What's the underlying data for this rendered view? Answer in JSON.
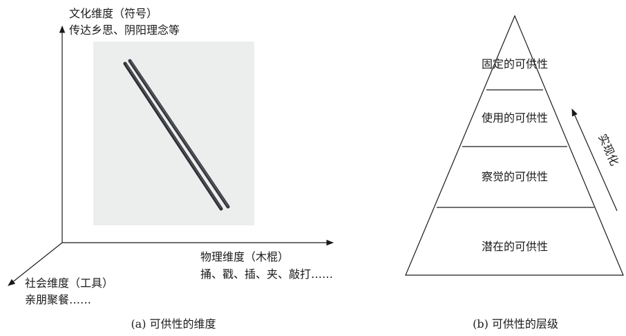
{
  "panel_a": {
    "caption": "(a) 可供性的维度",
    "axis_vertical": {
      "title": "文化维度（符号）",
      "subtitle": "传达乡思、阴阳理念等"
    },
    "axis_horizontal": {
      "title": "物理维度（木棍）",
      "subtitle": "捅、戳、插、夹、敲打……"
    },
    "axis_diagonal": {
      "title": "社会维度（工具）",
      "subtitle": "亲朋聚餐……"
    }
  },
  "panel_b": {
    "caption": "(b) 可供性的层级",
    "levels": [
      {
        "label": "固定的可供性"
      },
      {
        "label": "使用的可供性"
      },
      {
        "label": "察觉的可供性"
      },
      {
        "label": "潜在的可供性"
      }
    ],
    "arrow_label": "实现化"
  }
}
